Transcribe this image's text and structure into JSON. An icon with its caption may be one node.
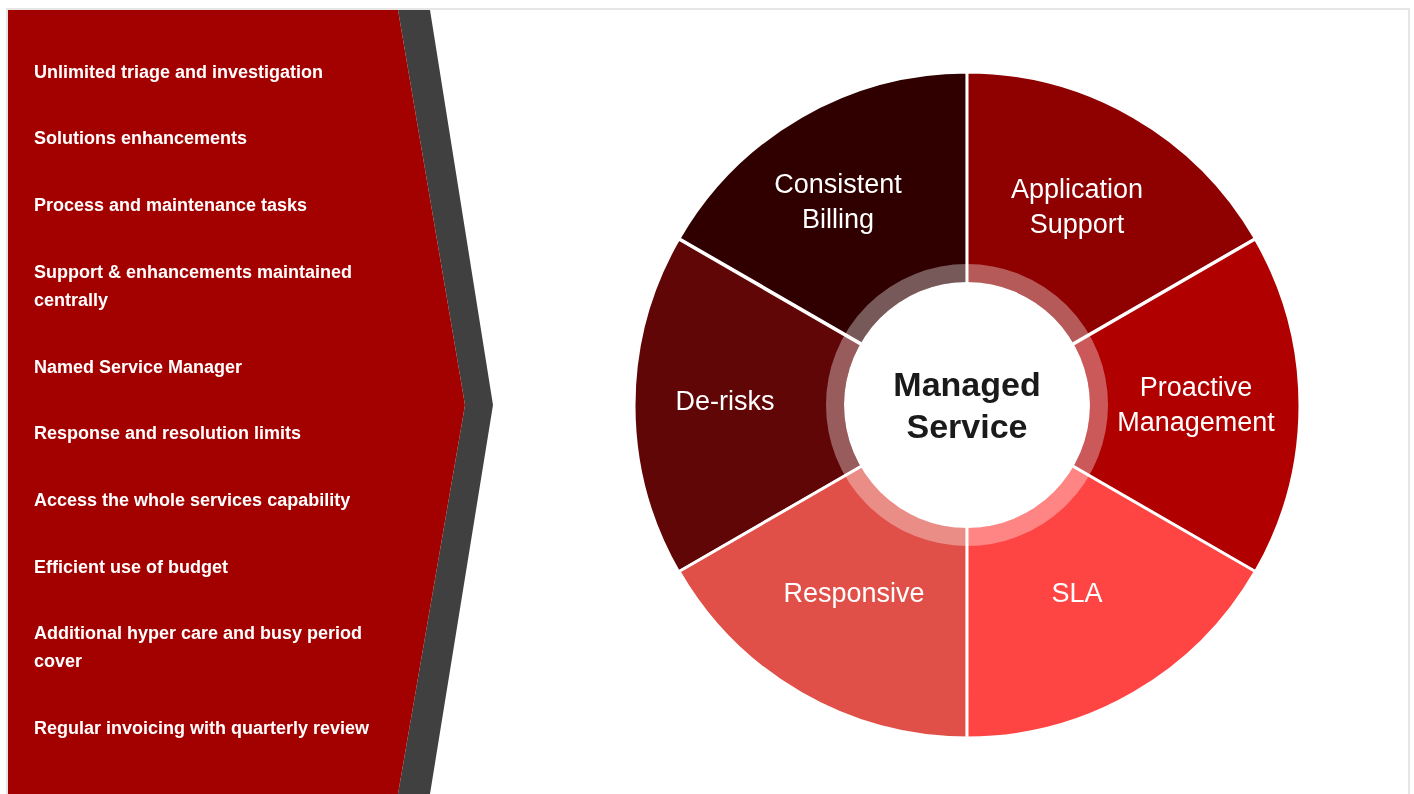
{
  "diagram": {
    "nodes": [
      {
        "text": [
          "Unlimited triage and investigation",
          "Solutions enhancements",
          "Process and maintenance tasks",
          "Support & enhancements maintained centrally",
          "Named Service Manager",
          "Response and resolution limits",
          "Access the whole services capability",
          "Efficient use of budget",
          "Additional hyper care and busy period cover",
          "Regular invoicing with quarterly review"
        ]
      },
      {
        "text": [
          "Consistent Billing"
        ]
      },
      {
        "text": [
          "Application Support"
        ]
      },
      {
        "text": [
          "Proactive Management"
        ]
      },
      {
        "text": [
          "De-risks"
        ]
      },
      {
        "text": [
          "Managed Service"
        ]
      },
      {
        "text": [
          "Responsive"
        ]
      },
      {
        "text": [
          "SLA"
        ]
      }
    ]
  }
}
